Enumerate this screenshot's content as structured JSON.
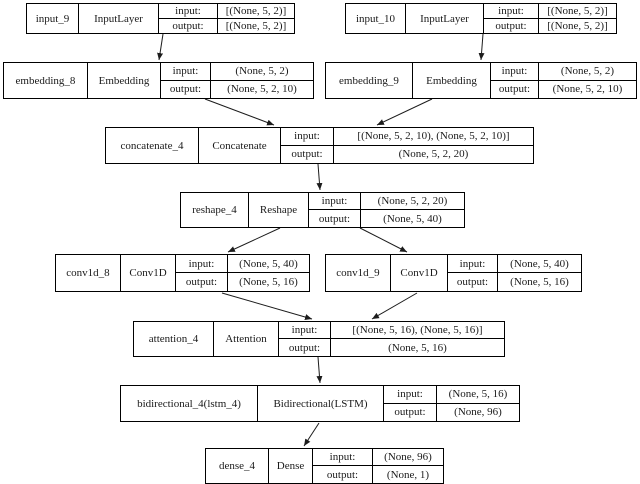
{
  "diagram": {
    "kind": "keras-model-architecture",
    "labels": {
      "input": "input:",
      "output": "output:"
    },
    "colors": {
      "border": "#000000",
      "text": "#1a1a1a",
      "background": "#ffffff",
      "edge": "#1c1c1c"
    },
    "nodes": [
      {
        "id": "input_9",
        "name": "input_9",
        "layer_type": "InputLayer",
        "input_shape": "[(None, 5, 2)]",
        "output_shape": "[(None, 5, 2)]"
      },
      {
        "id": "input_10",
        "name": "input_10",
        "layer_type": "InputLayer",
        "input_shape": "[(None, 5, 2)]",
        "output_shape": "[(None, 5, 2)]"
      },
      {
        "id": "embedding_8",
        "name": "embedding_8",
        "layer_type": "Embedding",
        "input_shape": "(None, 5, 2)",
        "output_shape": "(None, 5, 2, 10)"
      },
      {
        "id": "embedding_9",
        "name": "embedding_9",
        "layer_type": "Embedding",
        "input_shape": "(None, 5, 2)",
        "output_shape": "(None, 5, 2, 10)"
      },
      {
        "id": "concatenate_4",
        "name": "concatenate_4",
        "layer_type": "Concatenate",
        "input_shape": "[(None, 5, 2, 10), (None, 5, 2, 10)]",
        "output_shape": "(None, 5, 2, 20)"
      },
      {
        "id": "reshape_4",
        "name": "reshape_4",
        "layer_type": "Reshape",
        "input_shape": "(None, 5, 2, 20)",
        "output_shape": "(None, 5, 40)"
      },
      {
        "id": "conv1d_8",
        "name": "conv1d_8",
        "layer_type": "Conv1D",
        "input_shape": "(None, 5, 40)",
        "output_shape": "(None, 5, 16)"
      },
      {
        "id": "conv1d_9",
        "name": "conv1d_9",
        "layer_type": "Conv1D",
        "input_shape": "(None, 5, 40)",
        "output_shape": "(None, 5, 16)"
      },
      {
        "id": "attention_4",
        "name": "attention_4",
        "layer_type": "Attention",
        "input_shape": "[(None, 5, 16), (None, 5, 16)]",
        "output_shape": "(None, 5, 16)"
      },
      {
        "id": "bidirectional_4",
        "name": "bidirectional_4(lstm_4)",
        "layer_type": "Bidirectional(LSTM)",
        "input_shape": "(None, 5, 16)",
        "output_shape": "(None, 96)"
      },
      {
        "id": "dense_4",
        "name": "dense_4",
        "layer_type": "Dense",
        "input_shape": "(None, 96)",
        "output_shape": "(None, 1)"
      }
    ],
    "edges": [
      {
        "from": "input_9",
        "to": "embedding_8"
      },
      {
        "from": "input_10",
        "to": "embedding_9"
      },
      {
        "from": "embedding_8",
        "to": "concatenate_4"
      },
      {
        "from": "embedding_9",
        "to": "concatenate_4"
      },
      {
        "from": "concatenate_4",
        "to": "reshape_4"
      },
      {
        "from": "reshape_4",
        "to": "conv1d_8"
      },
      {
        "from": "reshape_4",
        "to": "conv1d_9"
      },
      {
        "from": "conv1d_8",
        "to": "attention_4"
      },
      {
        "from": "conv1d_9",
        "to": "attention_4"
      },
      {
        "from": "attention_4",
        "to": "bidirectional_4"
      },
      {
        "from": "bidirectional_4",
        "to": "dense_4"
      }
    ]
  }
}
